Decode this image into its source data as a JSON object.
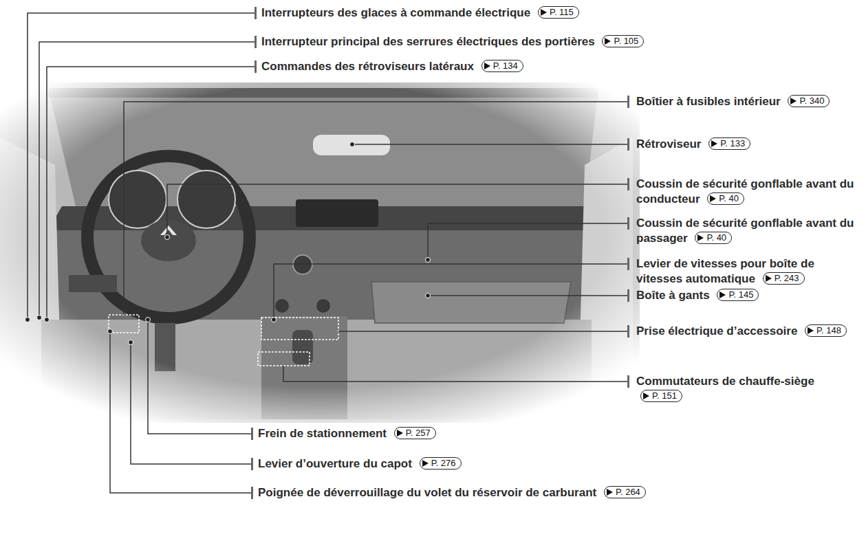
{
  "diagram": {
    "labels": [
      "Interrupteurs des glaces à commande électrique",
      "P. 115",
      "Interrupteur principal des serrures électriques des portières",
      "P. 105",
      "Commandes des rétroviseurs latéraux",
      "P. 134",
      "Boîtier à fusibles intérieur",
      "P. 340",
      "Rétroviseur",
      "P. 133",
      "Coussin de sécurité gonflable avant du conducteur",
      "P. 40",
      "Coussin de sécurité gonflable avant du passager",
      "P. 40",
      "Levier de vitesses pour boîte de vitesses automatique",
      "P. 243",
      "Boîte à gants",
      "P. 145",
      "Prise électrique d’accessoire",
      "P. 148",
      "Commutateurs de chauffe-siège",
      "P. 151",
      "Frein de stationnement",
      "P. 257",
      "Levier d’ouverture du capot",
      "P. 276",
      "Poignée de déverrouillage du volet du réservoir de carburant",
      "P. 264"
    ]
  }
}
